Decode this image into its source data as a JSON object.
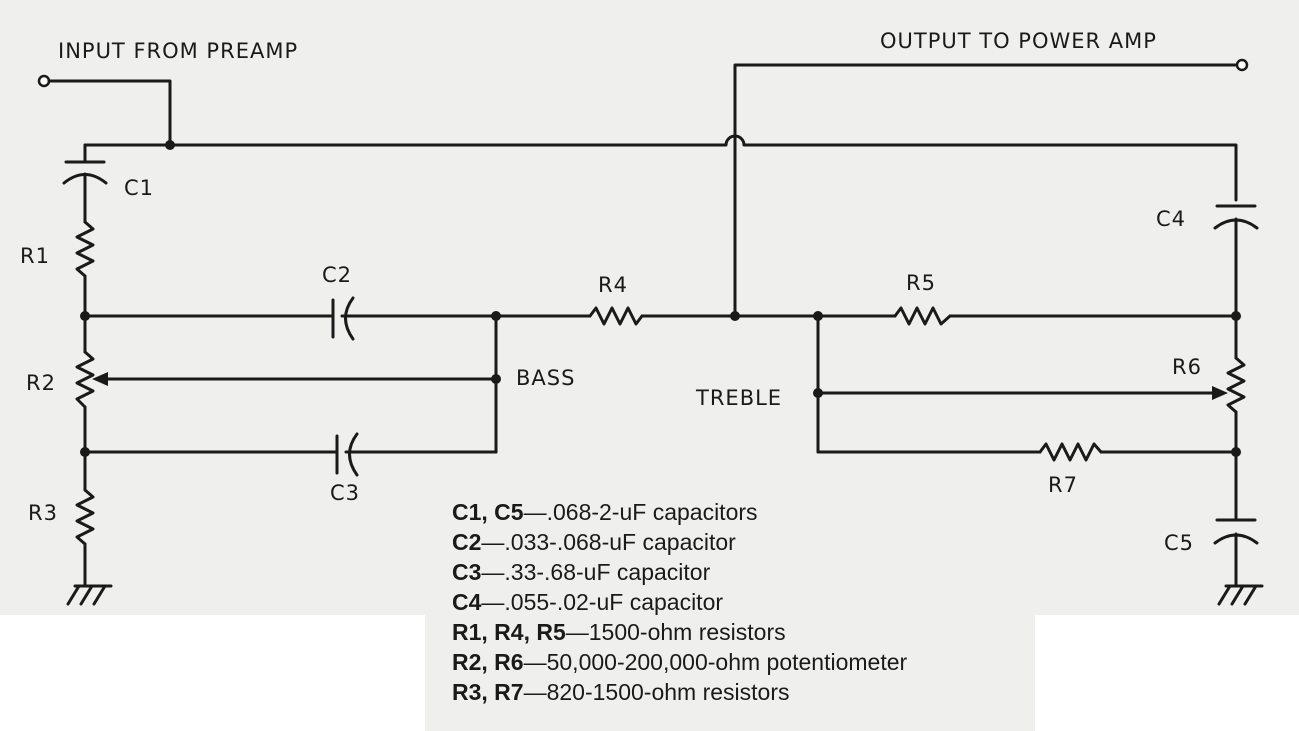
{
  "labels": {
    "input": "INPUT FROM PREAMP",
    "output": "OUTPUT TO POWER AMP",
    "c1": "C1",
    "c2": "C2",
    "c3": "C3",
    "c4": "C4",
    "c5": "C5",
    "r1": "R1",
    "r2": "R2",
    "r3": "R3",
    "r4": "R4",
    "r5": "R5",
    "r6": "R6",
    "r7": "R7",
    "bass": "BASS",
    "treble": "TREBLE"
  },
  "legend": [
    {
      "key": "C1, C5",
      "text": "—.068-2-uF capacitors"
    },
    {
      "key": "C2",
      "text": "—.033-.068-uF capacitor"
    },
    {
      "key": "C3",
      "text": "—.33-.68-uF capacitor"
    },
    {
      "key": "C4",
      "text": "—.055-.02-uF capacitor"
    },
    {
      "key": "R1, R4, R5",
      "text": "—1500-ohm resistors"
    },
    {
      "key": "R2, R6",
      "text": "—50,000-200,000-ohm potentiometer"
    },
    {
      "key": "R3, R7",
      "text": "—820-1500-ohm resistors"
    }
  ]
}
